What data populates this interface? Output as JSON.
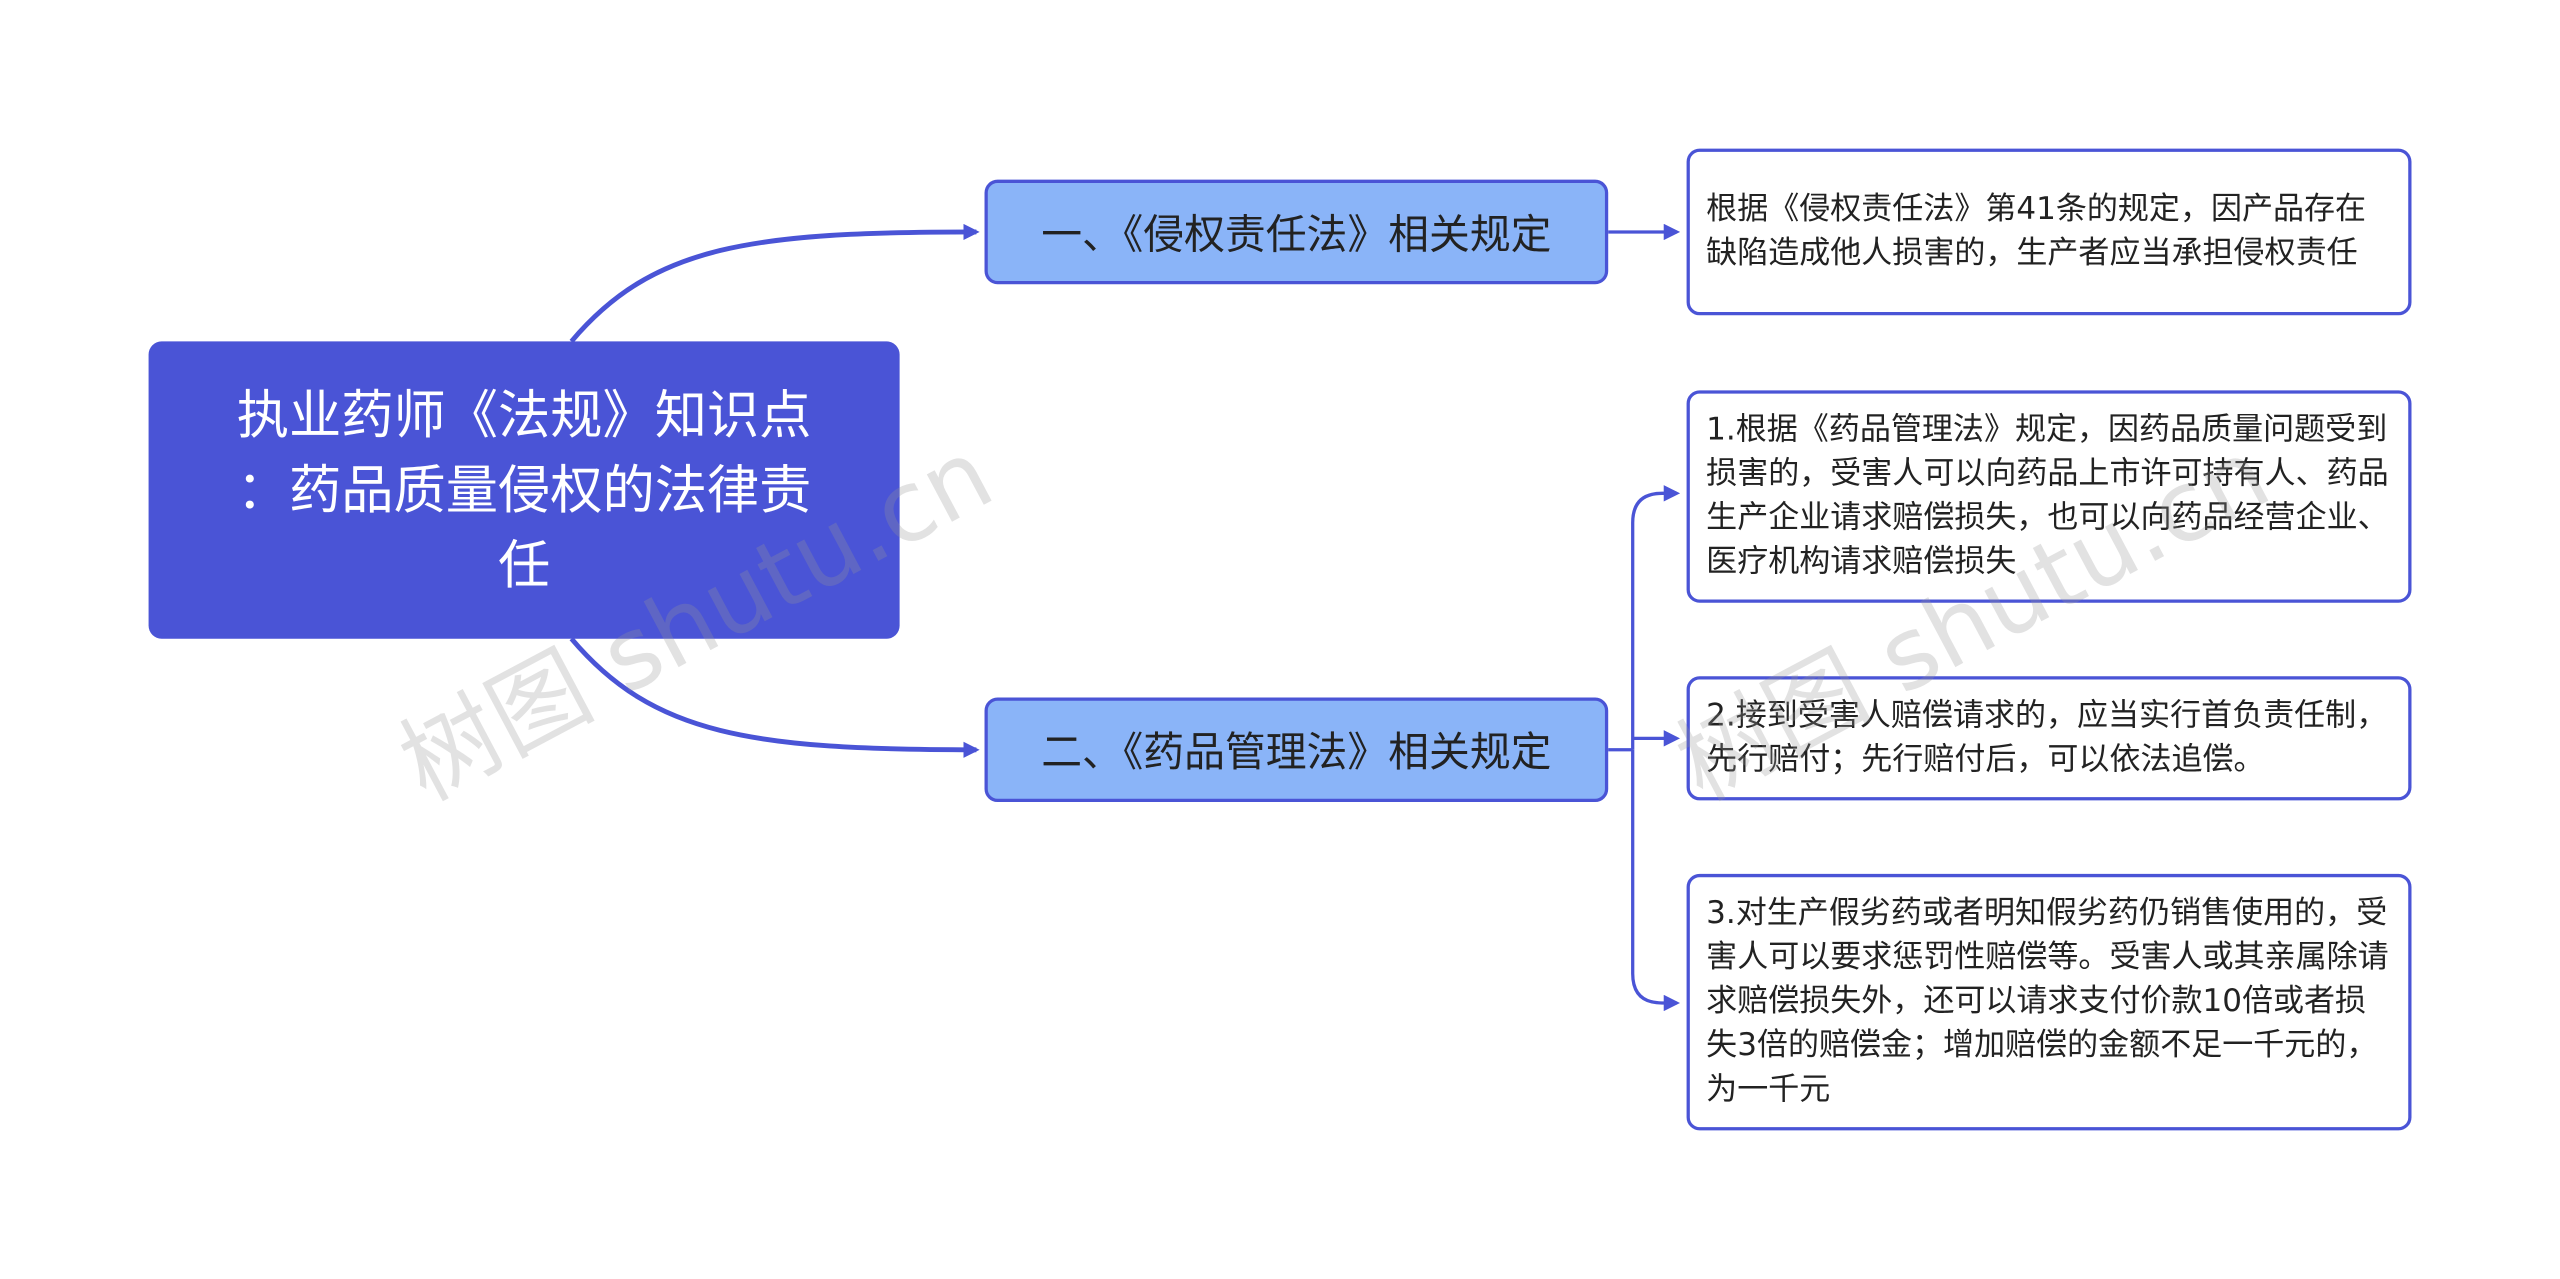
{
  "root": {
    "lines": [
      "执业药师《法规》知识点",
      "：药品质量侵权的法律责",
      "任"
    ]
  },
  "branches": [
    {
      "label": "一、《侵权责任法》相关规定"
    },
    {
      "label": "二、《药品管理法》相关规定"
    }
  ],
  "leaves": [
    {
      "text": "根据《侵权责任法》第41条的规定，因产品存在缺陷造成他人损害的，生产者应当承担侵权责任"
    },
    {
      "text": "1.根据《药品管理法》规定，因药品质量问题受到损害的，受害人可以向药品上市许可持有人、药品生产企业请求赔偿损失，也可以向药品经营企业、医疗机构请求赔偿损失"
    },
    {
      "text": "2.接到受害人赔偿请求的，应当实行首负责任制，先行赔付；先行赔付后，可以依法追偿。"
    },
    {
      "text": "3.对生产假劣药或者明知假劣药仍销售使用的，受害人可以要求惩罚性赔偿等。受害人或其亲属除请求赔偿损失外，还可以请求支付价款10倍或者损失3倍的赔偿金；增加赔偿的金额不足一千元的，为一千元"
    }
  ],
  "watermark": "树图 shutu.cn",
  "colors": {
    "root_fill": "#4a54d6",
    "branch_fill": "#8ab4f8",
    "line": "#4a54d6"
  }
}
